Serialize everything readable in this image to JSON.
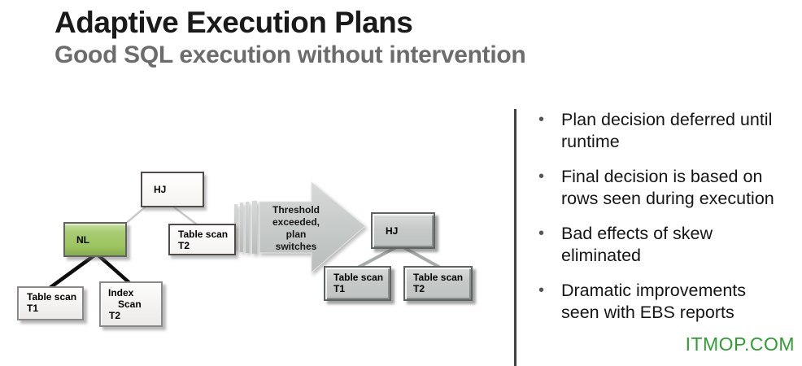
{
  "slide": {
    "title": "Adaptive Execution Plans",
    "subtitle": "Good SQL execution without intervention",
    "watermark": "ITMOP.COM"
  },
  "bullets": {
    "marker": "•",
    "items": [
      "Plan decision deferred until\nruntime",
      "Final decision is based on\nrows seen during execution",
      "Bad effects of skew\neliminated",
      "Dramatic improvements\nseen with EBS reports"
    ]
  },
  "diagram": {
    "before_plan": {
      "hj": "HJ",
      "nl": "NL",
      "table_scan_t2": {
        "l1": "Table scan",
        "l2": "T2"
      },
      "table_scan_t1": {
        "l1": "Table scan",
        "l2": "T1"
      },
      "index_scan_t2": {
        "l1": "Index",
        "l2": "Scan",
        "l3": "T2"
      }
    },
    "transition_arrow": {
      "l1": "Threshold",
      "l2": "exceeded,",
      "l3": "plan",
      "l4": "switches"
    },
    "after_plan": {
      "hj": "HJ",
      "table_scan_t1": {
        "l1": "Table scan",
        "l2": "T1"
      },
      "table_scan_t2": {
        "l1": "Table scan",
        "l2": "T2"
      }
    }
  },
  "colors": {
    "nl_green": "#9cc45f",
    "node_gray": "#c6c9c8",
    "arrow_gray": "#c4c8c7",
    "subtitle_gray": "#6c6c6c",
    "watermark_green": "#2f9e32"
  }
}
